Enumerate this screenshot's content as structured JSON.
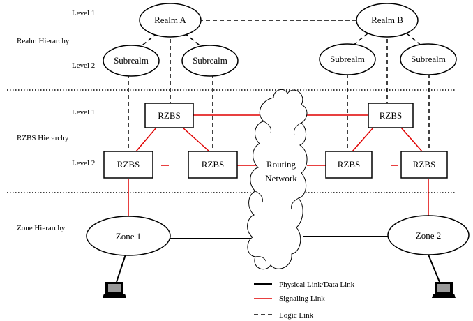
{
  "levels": {
    "realm_level1": "Level 1",
    "realm_level2": "Level 2",
    "rzbs_level1": "Level 1",
    "rzbs_level2": "Level 2"
  },
  "hierarchies": {
    "realm": "Realm Hierarchy",
    "rzbs": "RZBS Hierarchy",
    "zone": "Zone Hierarchy"
  },
  "nodes": {
    "realm_a": "Realm A",
    "realm_b": "Realm B",
    "subrealm_a1": "Subrealm",
    "subrealm_a2": "Subrealm",
    "subrealm_b1": "Subrealm",
    "subrealm_b2": "Subrealm",
    "rzbs_top_left": "RZBS",
    "rzbs_top_right": "RZBS",
    "rzbs_l1": "RZBS",
    "rzbs_l2": "RZBS",
    "rzbs_r1": "RZBS",
    "rzbs_r2": "RZBS",
    "zone1": "Zone 1",
    "zone2": "Zone 2"
  },
  "cloud": {
    "line1": "Routing",
    "line2": "Network"
  },
  "legend": {
    "physical": "Physical Link/Data Link",
    "signaling": "Signaling Link",
    "logic": "Logic Link"
  },
  "colors": {
    "signaling": "#e00000",
    "physical": "#000000",
    "logic": "#000000"
  }
}
